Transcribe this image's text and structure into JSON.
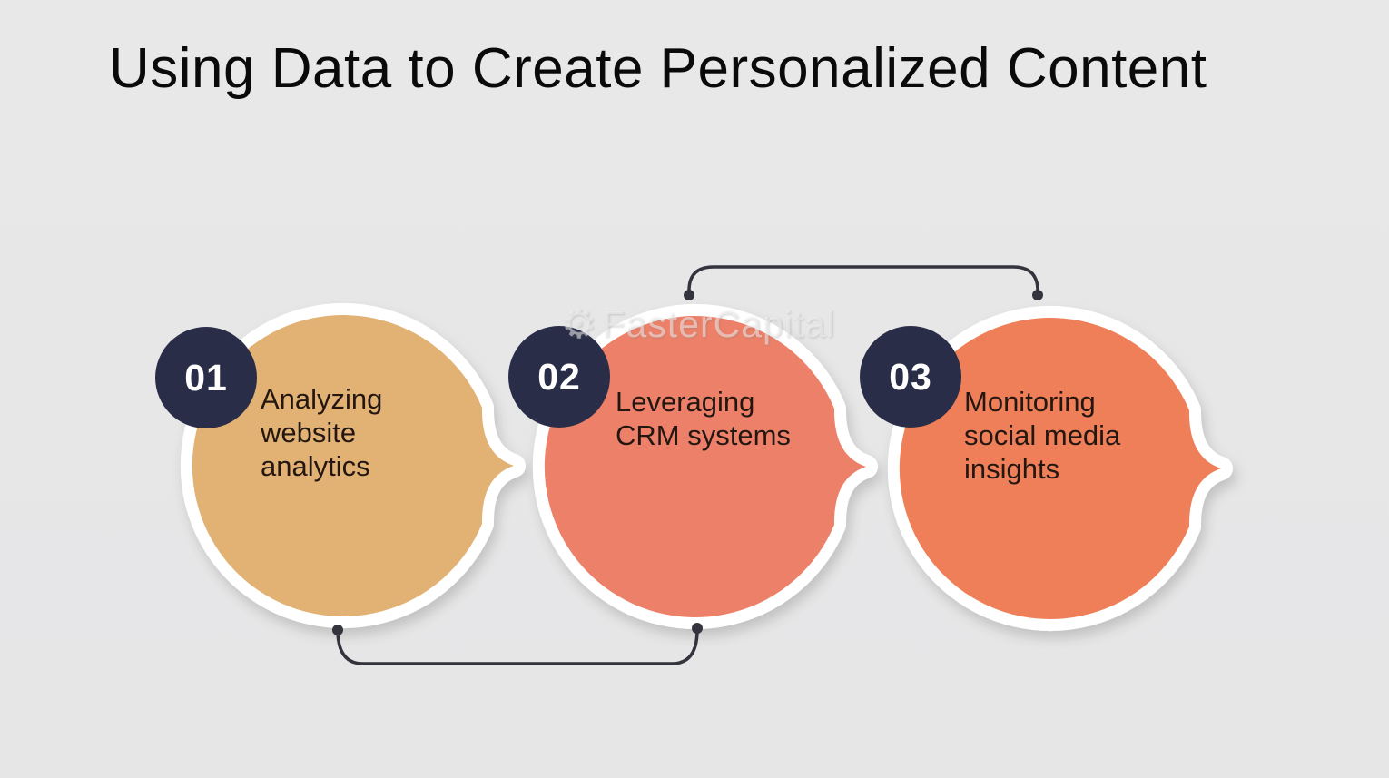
{
  "title": "Using Data to Create Personalized Content",
  "watermark": {
    "text": "FasterCapital",
    "icon": "gear-icon"
  },
  "colors": {
    "background": "#E7E7E8",
    "badge": "#292D47",
    "badge_text": "#FFFFFF",
    "bubble_border": "#FFFFFF",
    "connector": "#33343D",
    "title_text": "#0A0A0A",
    "label_text": "#241712"
  },
  "steps": [
    {
      "number": "01",
      "label": "Analyzing\nwebsite\nanalytics",
      "color": "#E2B274"
    },
    {
      "number": "02",
      "label": "Leveraging\nCRM systems",
      "color": "#ED8069"
    },
    {
      "number": "03",
      "label": "Monitoring\nsocial media\ninsights",
      "color": "#EE7F58"
    }
  ]
}
